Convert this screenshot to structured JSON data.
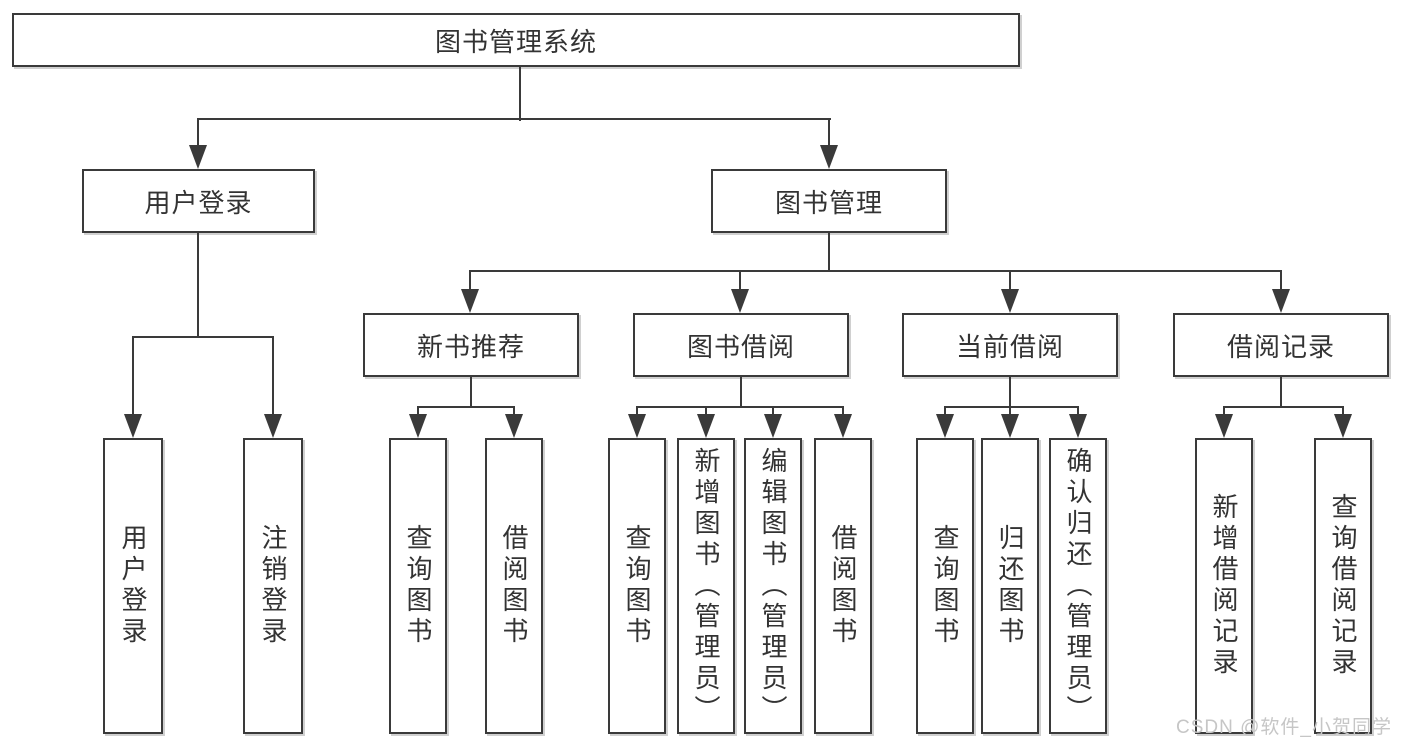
{
  "title": "图书管理系统",
  "watermark": "CSDN @软件_小贺同学",
  "colors": {
    "line": "#3a3a3a",
    "text": "#333333",
    "box_background": "#ffffff",
    "box_shadow": "#d0d0d0",
    "watermark": "#c6c6c6",
    "background": "#ffffff"
  },
  "nodes": {
    "user_login": "用户登录",
    "book_mgmt": "图书管理",
    "new_book_rec": "新书推荐",
    "book_borrow": "图书借阅",
    "current_borrow": "当前借阅",
    "borrow_records": "借阅记录",
    "leaf_user_login": "用户登录",
    "leaf_logout": "注销登录",
    "leaf_rec_query": "查询图书",
    "leaf_rec_borrow": "借阅图书",
    "leaf_bb_query": "查询图书",
    "leaf_bb_add": "新增图书（管理员）",
    "leaf_bb_edit": "编辑图书（管理员）",
    "leaf_bb_borrow": "借阅图书",
    "leaf_cb_query": "查询图书",
    "leaf_cb_return": "归还图书",
    "leaf_cb_confirm": "确认归还（管理员）",
    "leaf_br_add": "新增借阅记录",
    "leaf_br_query": "查询借阅记录"
  },
  "hierarchy": {
    "图书管理系统": {
      "用户登录": [
        "用户登录",
        "注销登录"
      ],
      "图书管理": {
        "新书推荐": [
          "查询图书",
          "借阅图书"
        ],
        "图书借阅": [
          "查询图书",
          "新增图书（管理员）",
          "编辑图书（管理员）",
          "借阅图书"
        ],
        "当前借阅": [
          "查询图书",
          "归还图书",
          "确认归还（管理员）"
        ],
        "借阅记录": [
          "新增借阅记录",
          "查询借阅记录"
        ]
      }
    }
  }
}
